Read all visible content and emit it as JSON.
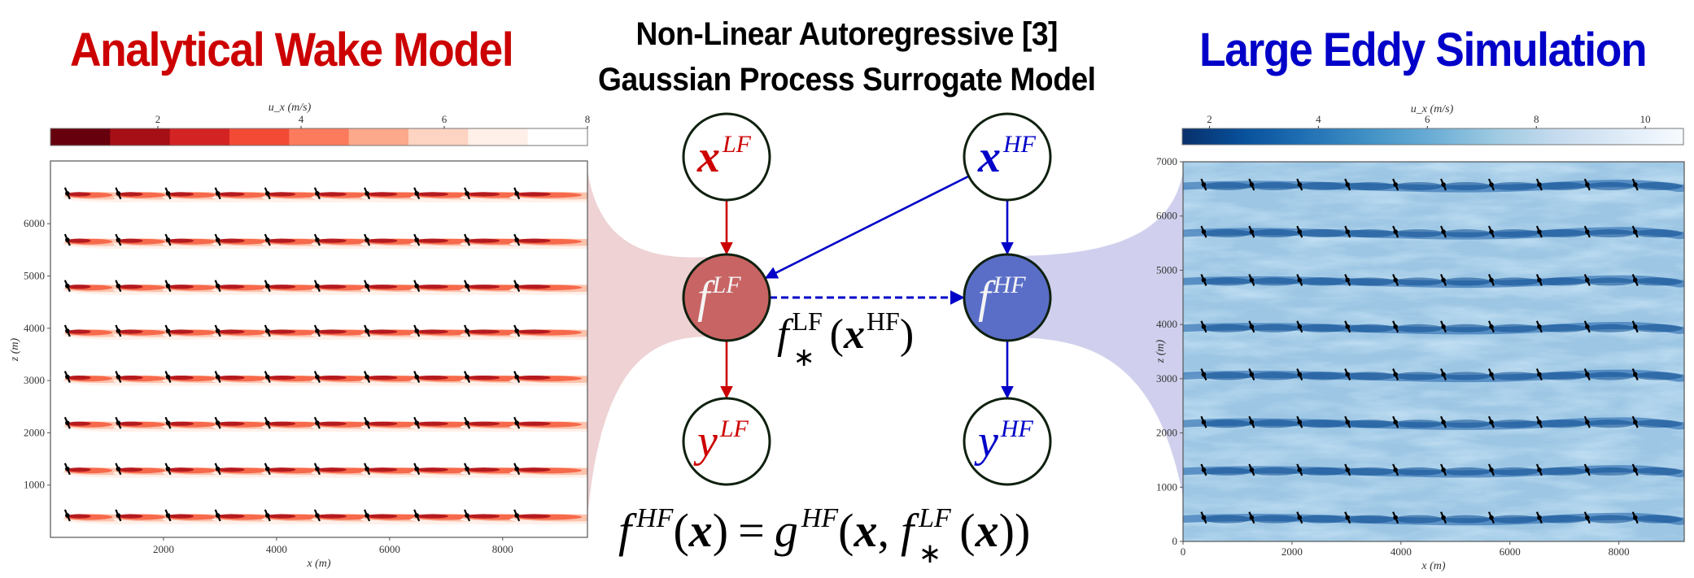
{
  "titles": {
    "left": "Analytical Wake Model",
    "center_line1": "Non-Linear Autoregressive [3]",
    "center_line2": "Gaussian Process Surrogate Model",
    "right": "Large Eddy Simulation"
  },
  "colors": {
    "lf_red": "#cc0000",
    "hf_blue": "#0000c8",
    "f_lf_fill": "#c86464",
    "f_hf_fill": "#5a6ec8",
    "lf_band": "#eed2d4",
    "hf_band": "#d0d0ee",
    "node_stroke": "#0f200f"
  },
  "graph": {
    "nodes": [
      {
        "id": "x_lf",
        "base": "x",
        "sup": "LF",
        "bold": true,
        "filled": false,
        "color": "lf"
      },
      {
        "id": "x_hf",
        "base": "x",
        "sup": "HF",
        "bold": true,
        "filled": false,
        "color": "hf"
      },
      {
        "id": "f_lf",
        "base": "f",
        "sup": "LF",
        "bold": false,
        "filled": true,
        "color": "lf"
      },
      {
        "id": "f_hf",
        "base": "f",
        "sup": "HF",
        "bold": false,
        "filled": true,
        "color": "hf"
      },
      {
        "id": "y_lf",
        "base": "y",
        "sup": "LF",
        "bold": false,
        "filled": false,
        "color": "lf"
      },
      {
        "id": "y_hf",
        "base": "y",
        "sup": "HF",
        "bold": false,
        "filled": false,
        "color": "hf"
      }
    ],
    "edges": [
      {
        "from": "x_lf",
        "to": "f_lf",
        "color": "lf",
        "style": "solid"
      },
      {
        "from": "x_hf",
        "to": "f_lf",
        "color": "hf",
        "style": "solid"
      },
      {
        "from": "x_hf",
        "to": "f_hf",
        "color": "hf",
        "style": "solid"
      },
      {
        "from": "f_lf",
        "to": "y_lf",
        "color": "lf",
        "style": "solid"
      },
      {
        "from": "f_hf",
        "to": "y_hf",
        "color": "hf",
        "style": "solid"
      },
      {
        "from": "f_lf",
        "to": "f_hf",
        "color": "hf",
        "style": "dashed"
      }
    ],
    "edge_label": {
      "f": "f",
      "sub": "∗",
      "sup": "LF",
      "arg": "x",
      "arg_sup": "HF"
    },
    "equation": {
      "lhs_f": "f",
      "lhs_sup": "HF",
      "lhs_arg": "x",
      "equals": "=",
      "g": "g",
      "g_sup": "HF",
      "g_arg1": "x",
      "comma": ",",
      "f2": "f",
      "f2_sub": "∗",
      "f2_sup": "LF",
      "f2_arg": "x"
    }
  },
  "chart_data": [
    {
      "type": "heatmap",
      "name": "analytical-wake-field",
      "colormap": "Reds_r (discrete, 9 levels)",
      "colorbar": {
        "label": "u_x (m/s)",
        "ticks": [
          2,
          4,
          6,
          8
        ],
        "range": [
          0.5,
          8
        ],
        "levels": [
          "#67000d",
          "#a50f15",
          "#d42323",
          "#f34a36",
          "#fc7b5d",
          "#fca98b",
          "#fdd3c1",
          "#fef0e8",
          "#ffffff"
        ]
      },
      "xlabel": "x (m)",
      "ylabel": "z (m)",
      "xlim": [
        0,
        9500
      ],
      "ylim": [
        0,
        7200
      ],
      "xticks": [
        2000,
        4000,
        6000,
        8000
      ],
      "yticks": [
        1000,
        2000,
        3000,
        4000,
        5000,
        6000
      ],
      "turbine_columns_x": [
        300,
        1200,
        2080,
        2960,
        3840,
        4720,
        5600,
        6480,
        7370,
        8250
      ],
      "turbine_rows_z": [
        6580,
        5690,
        4810,
        3950,
        3070,
        2190,
        1310,
        420
      ]
    },
    {
      "type": "heatmap",
      "name": "les-velocity-field",
      "colormap": "Blues_r (continuous)",
      "colorbar": {
        "label": "u_x (m/s)",
        "ticks": [
          2,
          4,
          6,
          8,
          10
        ],
        "range": [
          1.5,
          10.7
        ],
        "stops": [
          "#08306b",
          "#08519c",
          "#2171b5",
          "#4292c6",
          "#6baed6",
          "#9ecae1",
          "#c6dbef",
          "#deebf7",
          "#f7fbff"
        ]
      },
      "xlabel": "x (m)",
      "ylabel": "z (m)",
      "xlim": [
        0,
        9200
      ],
      "ylim": [
        0,
        7000
      ],
      "xticks": [
        0,
        2000,
        4000,
        6000,
        8000
      ],
      "yticks": [
        0,
        1000,
        2000,
        3000,
        4000,
        5000,
        6000,
        7000
      ],
      "turbine_columns_x": [
        380,
        1260,
        2140,
        3020,
        3900,
        4780,
        5660,
        6540,
        7420,
        8300
      ],
      "turbine_rows_z": [
        6580,
        5710,
        4820,
        3960,
        3080,
        2200,
        1320,
        440
      ]
    }
  ]
}
